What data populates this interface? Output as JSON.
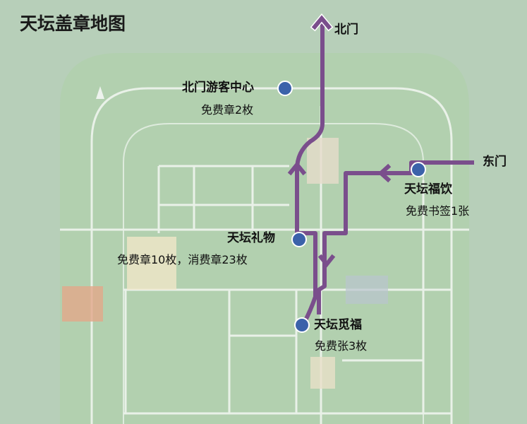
{
  "title": "天坛盖章地图",
  "colors": {
    "route": "#7a4e8c",
    "dot": "#3b62aa",
    "park": "#a9cba6",
    "road": "#e9f1e8"
  },
  "gates": {
    "north": "北门",
    "east": "东门"
  },
  "stops": [
    {
      "name": "北门游客中心",
      "detail": "免费章2枚"
    },
    {
      "name": "天坛福饮",
      "detail": "免费书签1张"
    },
    {
      "name": "天坛礼物",
      "detail": "免费章10枚，消费章23枚"
    },
    {
      "name": "天坛觅福",
      "detail": "免费张3枚"
    }
  ]
}
